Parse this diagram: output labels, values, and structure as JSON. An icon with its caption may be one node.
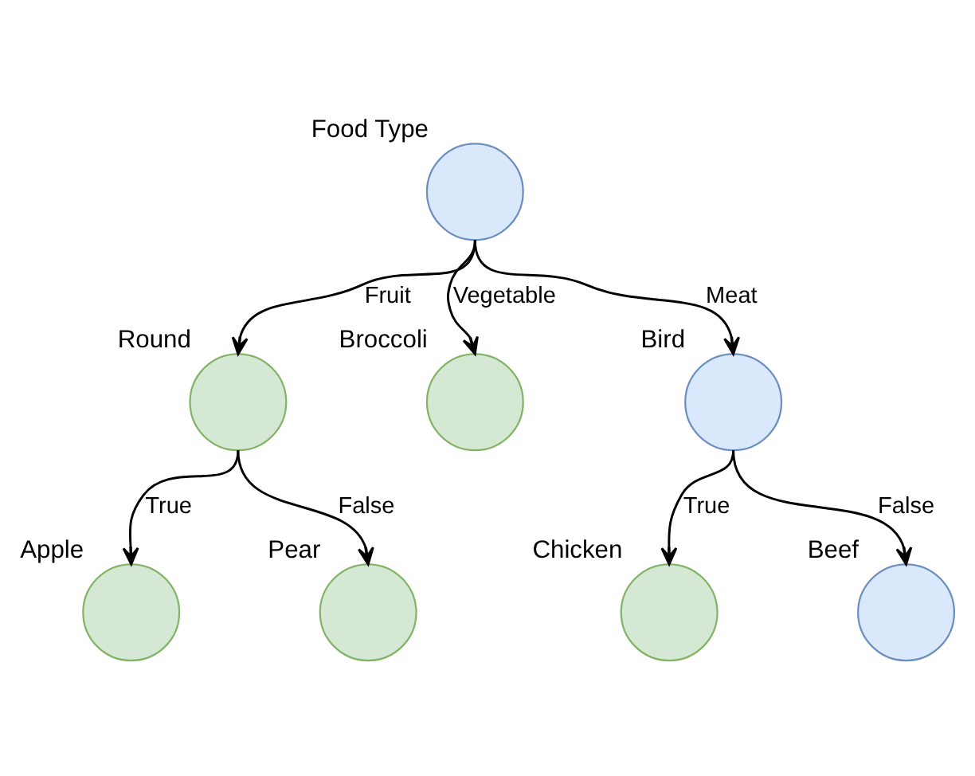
{
  "diagram": {
    "nodes": [
      {
        "text": [],
        "shape": "circle",
        "beside": [
          "Food Type"
        ]
      },
      {
        "text": [],
        "shape": "circle",
        "beside": [
          "Round"
        ]
      },
      {
        "text": [],
        "shape": "circle",
        "beside": [
          "Broccoli"
        ]
      },
      {
        "text": [],
        "shape": "circle",
        "beside": [
          "Bird"
        ]
      },
      {
        "text": [],
        "shape": "circle",
        "beside": [
          "Apple"
        ]
      },
      {
        "text": [],
        "shape": "circle",
        "beside": [
          "Pear"
        ]
      },
      {
        "text": [],
        "shape": "circle",
        "beside": [
          "Chicken"
        ]
      },
      {
        "text": [],
        "shape": "circle",
        "beside": [
          "Beef"
        ]
      }
    ],
    "edges": [
      {
        "from": 0,
        "to": 1,
        "arrow": "to",
        "label": "Fruit"
      },
      {
        "from": 0,
        "to": 2,
        "arrow": "to",
        "label": "Vegetable"
      },
      {
        "from": 0,
        "to": 3,
        "arrow": "to",
        "label": "Meat"
      },
      {
        "from": 1,
        "to": 4,
        "arrow": "to",
        "label": "True"
      },
      {
        "from": 1,
        "to": 5,
        "arrow": "to",
        "label": "False"
      },
      {
        "from": 3,
        "to": 6,
        "arrow": "to",
        "label": "True"
      },
      {
        "from": 3,
        "to": 7,
        "arrow": "to",
        "label": "False"
      }
    ]
  }
}
